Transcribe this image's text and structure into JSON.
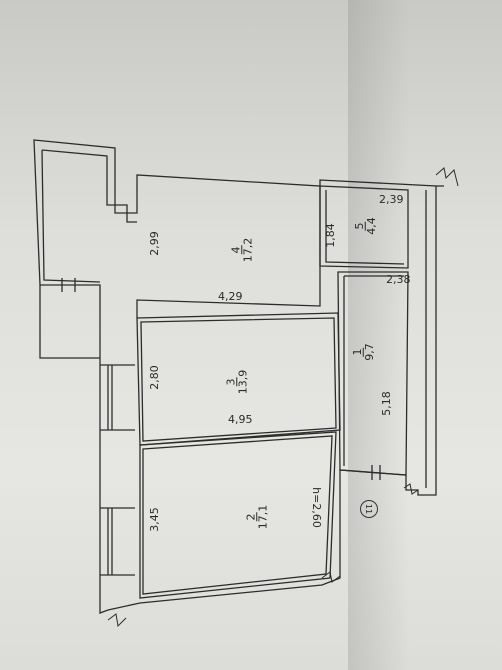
{
  "plan_number": "11",
  "ceiling_height": "h=2,60",
  "rooms": [
    {
      "number": "1",
      "area": "9,7"
    },
    {
      "number": "2",
      "area": "17,1"
    },
    {
      "number": "3",
      "area": "13,9"
    },
    {
      "number": "4",
      "area": "17,2"
    },
    {
      "number": "5",
      "area": "4,4"
    }
  ],
  "dimensions": [
    "2,39",
    "1,84",
    "2,38",
    "5,18",
    "4,29",
    "2,99",
    "2,80",
    "4,95",
    "3,45"
  ]
}
